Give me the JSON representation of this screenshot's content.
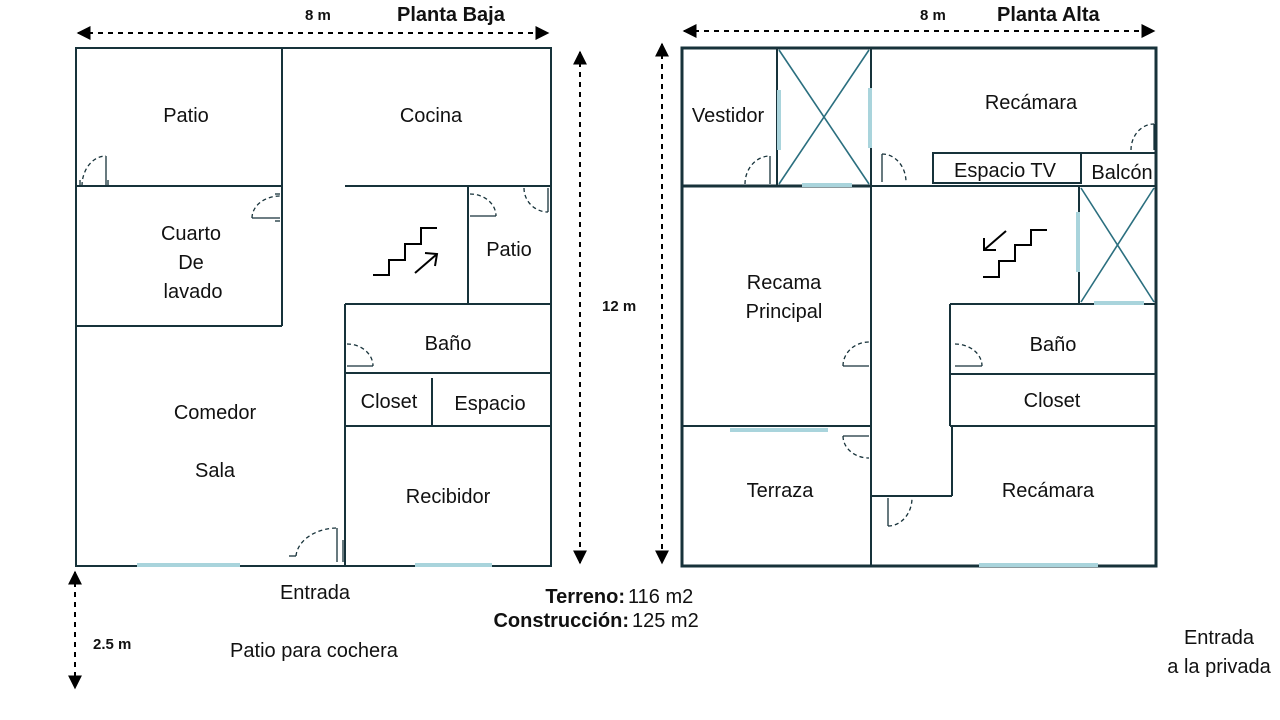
{
  "ground_floor": {
    "title": "Planta Baja",
    "width_label": "8 m",
    "rooms": {
      "patio_back": "Patio",
      "cocina": "Cocina",
      "cuarto_1": "Cuarto",
      "cuarto_2": "De",
      "cuarto_3": "lavado",
      "patio_side": "Patio",
      "bano": "Baño",
      "closet": "Closet",
      "espacio": "Espacio",
      "comedor": "Comedor",
      "sala": "Sala",
      "recibidor": "Recibidor"
    },
    "entrance": "Entrada",
    "garage": "Patio para cochera",
    "garage_depth": "2.5 m"
  },
  "height_label": "12 m",
  "upper_floor": {
    "title": "Planta Alta",
    "width_label": "8 m",
    "rooms": {
      "vestidor": "Vestidor",
      "recamara_top": "Recámara",
      "espacio_tv": "Espacio TV",
      "balcon": "Balcón",
      "recama_1": "Recama",
      "recama_2": "Principal",
      "bano": "Baño",
      "closet": "Closet",
      "terraza": "Terraza",
      "recamara_bottom": "Recámara"
    }
  },
  "areas": {
    "terreno_label": "Terreno:",
    "terreno_value": "116 m2",
    "construccion_label": "Construcción:",
    "construccion_value": "125 m2"
  },
  "private_entrance": {
    "line1": "Entrada",
    "line2": "a la privada"
  }
}
